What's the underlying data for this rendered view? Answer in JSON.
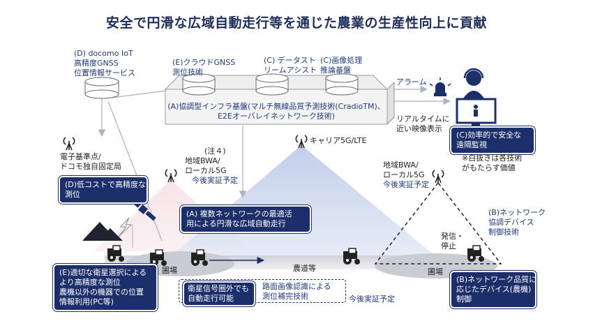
{
  "title": "安全で円滑な広域自動走行等を通じた農業の生産性向上に貢献",
  "labels": {
    "docomo_iot": [
      "(D) docomo IoT",
      "高精度GNSS",
      "位置情報サービス"
    ],
    "cloud_gnss": [
      "(E)クラウドGNSS",
      "測位技術"
    ],
    "data_stream": [
      "(C) データスト",
      "リームアシスト"
    ],
    "image_proc": [
      "(C)画像処理",
      "推論基盤"
    ],
    "alarm": "アラーム",
    "infra": [
      "(A)協調型インフラ基盤(マルチ無線品質予測技術(CradioTM)、",
      "E2Eオーバレイネットワーク技術)"
    ],
    "realtime": [
      "リアルタイムに",
      "近い映像表示"
    ],
    "ref_station": [
      "電子基準点/",
      "ドコモ独自固定局"
    ],
    "carrier": "キャリア5G/LTE",
    "bwa_left": [
      "(注４)",
      "地域BWA/",
      "ローカル5G",
      "今後実証予定"
    ],
    "bwa_right": [
      "地域BWA/",
      "ローカル5G",
      "今後実証予定"
    ],
    "white_note": [
      "※白抜きは各技術",
      "がもたらす価値"
    ],
    "network_device": [
      "(B)ネットワーク",
      "協調デバイス",
      "制御技術"
    ],
    "send_stop": [
      "発信・",
      "停止"
    ],
    "field_left": "圃場",
    "farm_road": "農道等",
    "field_right": "圃場",
    "future_demo": "今後実証予定"
  },
  "value_boxes": {
    "remote_monitor": [
      "(C)効率的で安全な",
      "遠隔監視"
    ],
    "low_cost": [
      "(D)低コストで高精度な",
      "測位"
    ],
    "multi_network": [
      "(A) 複数ネットワークの最適活",
      "用による円滑な広域自動走行"
    ],
    "satellite": [
      "(E)適切な衛星選択による",
      "より高精度な測位",
      "農機以外の機器での位置",
      "情報利用(PC等)"
    ],
    "device_control": [
      "(B)ネットワーク品質に",
      "応じたデバイス(農機)",
      "制御"
    ]
  },
  "dashed_boxes": {
    "out_of_range": [
      "衛星信号圏外でも",
      "自動走行可能"
    ],
    "road_recog": [
      "路面画像認識による",
      "測位補完技術"
    ]
  },
  "colors": {
    "navy": "#1d2f6b",
    "pink_cone": "#f4d6dc",
    "blue_cone": "#c4d0ea",
    "arrow_gray": "#b9bdc6"
  }
}
